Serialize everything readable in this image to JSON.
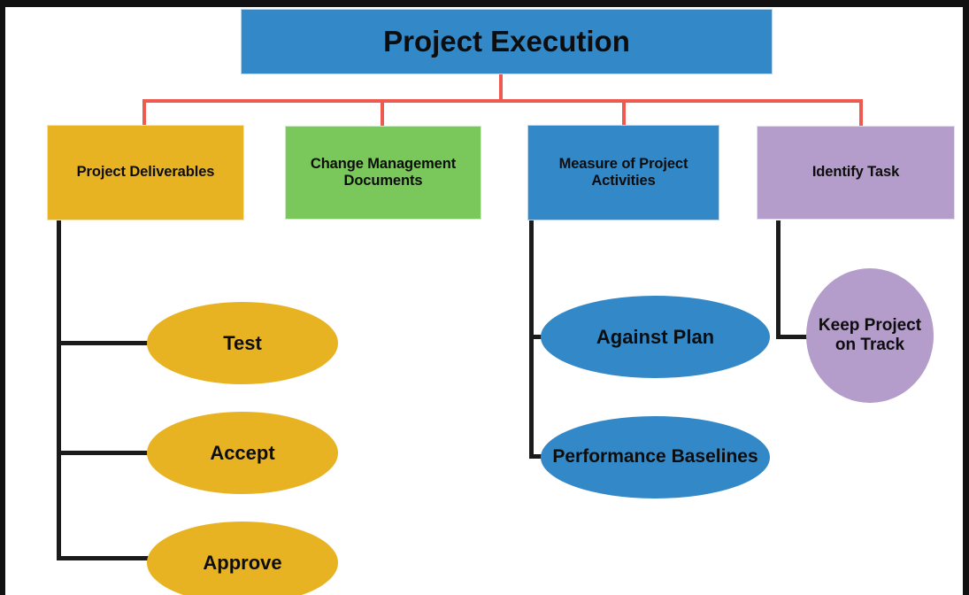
{
  "diagram": {
    "title": "Project Execution",
    "root": {
      "label": "Project Execution",
      "color": "#3389C8"
    },
    "branches": [
      {
        "label": "Project Deliverables",
        "color": "#E8B323",
        "leaves": [
          {
            "label": "Test",
            "color": "#E8B323"
          },
          {
            "label": "Accept",
            "color": "#E8B323"
          },
          {
            "label": "Approve",
            "color": "#E8B323"
          }
        ]
      },
      {
        "label": "Change Management Documents",
        "color": "#7AC85B",
        "leaves": []
      },
      {
        "label": "Measure of Project Activities",
        "color": "#3389C8",
        "leaves": [
          {
            "label": "Against Plan",
            "color": "#3389C8"
          },
          {
            "label": "Performance Baselines",
            "color": "#3389C8"
          }
        ]
      },
      {
        "label": "Identify Task",
        "color": "#B49CCB",
        "leaves": [
          {
            "label": "Keep Project on Track",
            "color": "#B49CCB"
          }
        ]
      }
    ],
    "connector_colors": {
      "level1": "#EE5A4F",
      "level2": "#1b1b1b"
    },
    "frame_color": "#111111",
    "background": "#ffffff"
  }
}
